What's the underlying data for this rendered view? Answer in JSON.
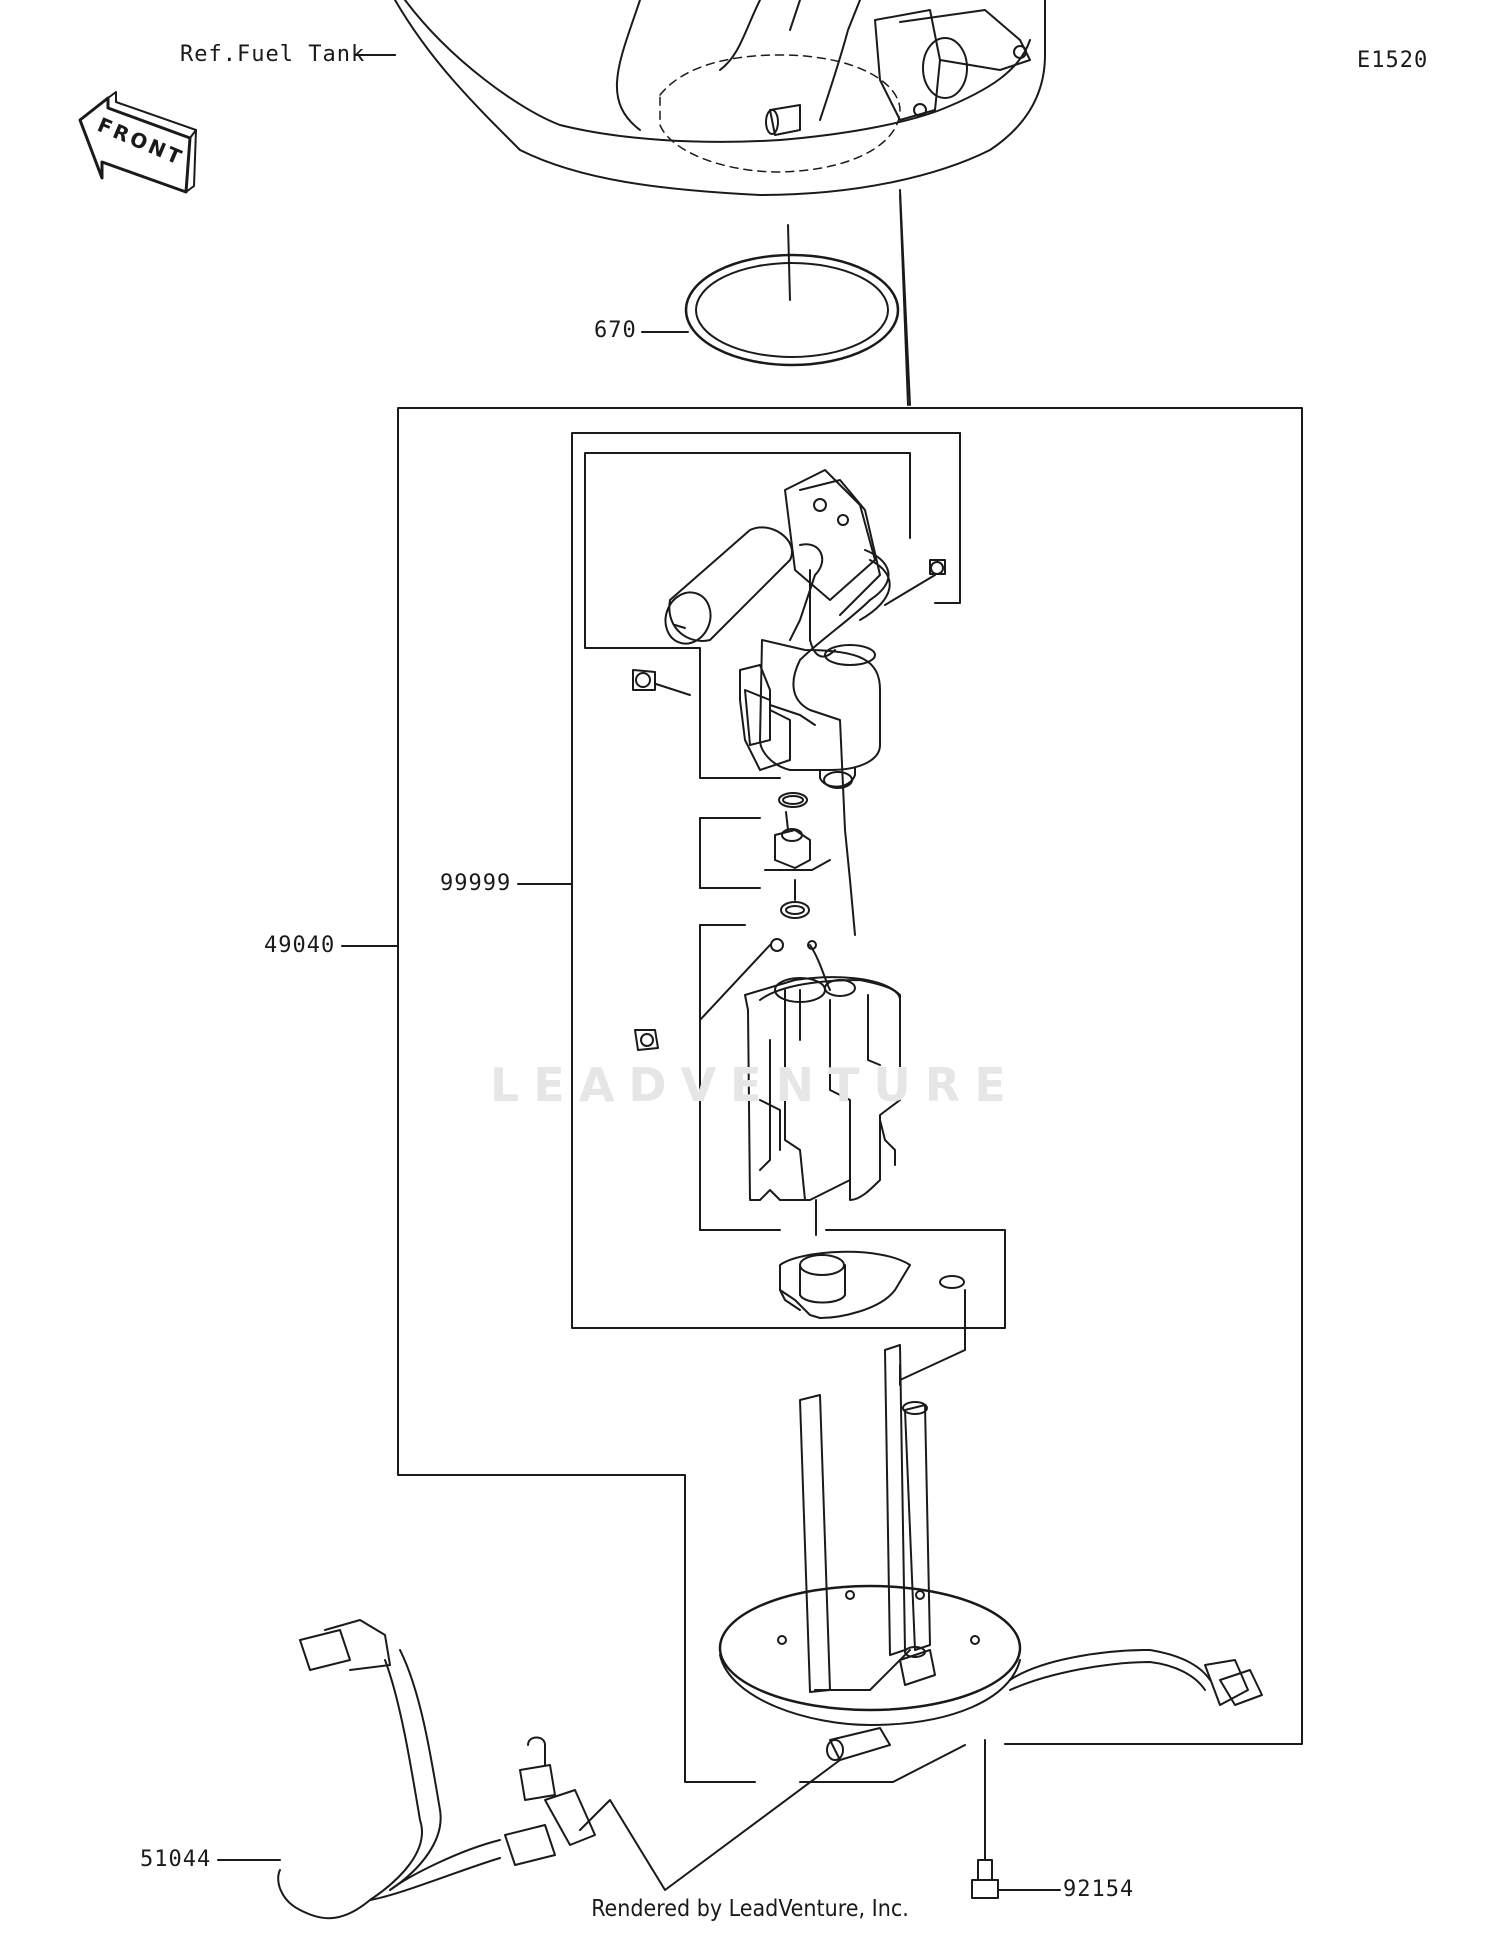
{
  "diagram": {
    "code": "E1520",
    "front_label": "FRONT",
    "watermark": "LEADVENTURE",
    "footer": "Rendered by LeadVenture, Inc.",
    "callouts": {
      "fuel_tank": "Ref.Fuel Tank",
      "gasket": "670",
      "pump_assy": "99999",
      "pump_unit": "49040",
      "bolt": "92154",
      "hose": "51044"
    }
  }
}
